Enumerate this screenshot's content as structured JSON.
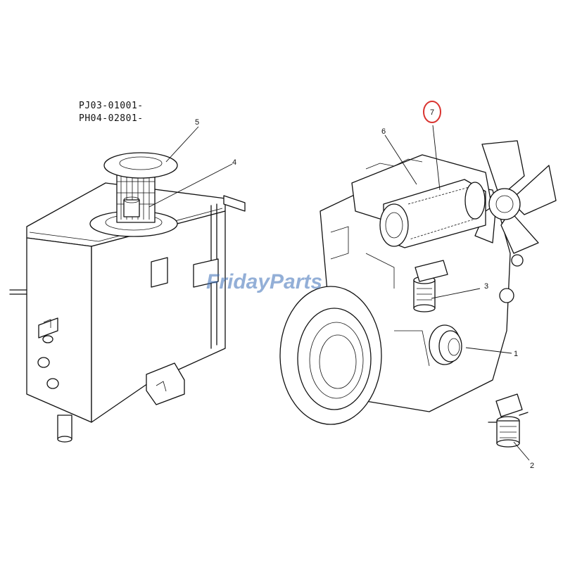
{
  "serial_numbers": [
    "PJ03-01001-",
    "PH04-02801-"
  ],
  "callouts": {
    "part_1": "1",
    "part_2": "2",
    "part_3": "3",
    "part_4": "4",
    "part_5": "5",
    "part_6": "6",
    "part_7": "7"
  },
  "highlight": {
    "part": "7",
    "color": "#d9332f"
  },
  "watermark": {
    "text_a": "Friday",
    "text_b": "Parts",
    "color": "#3c6fb8"
  }
}
